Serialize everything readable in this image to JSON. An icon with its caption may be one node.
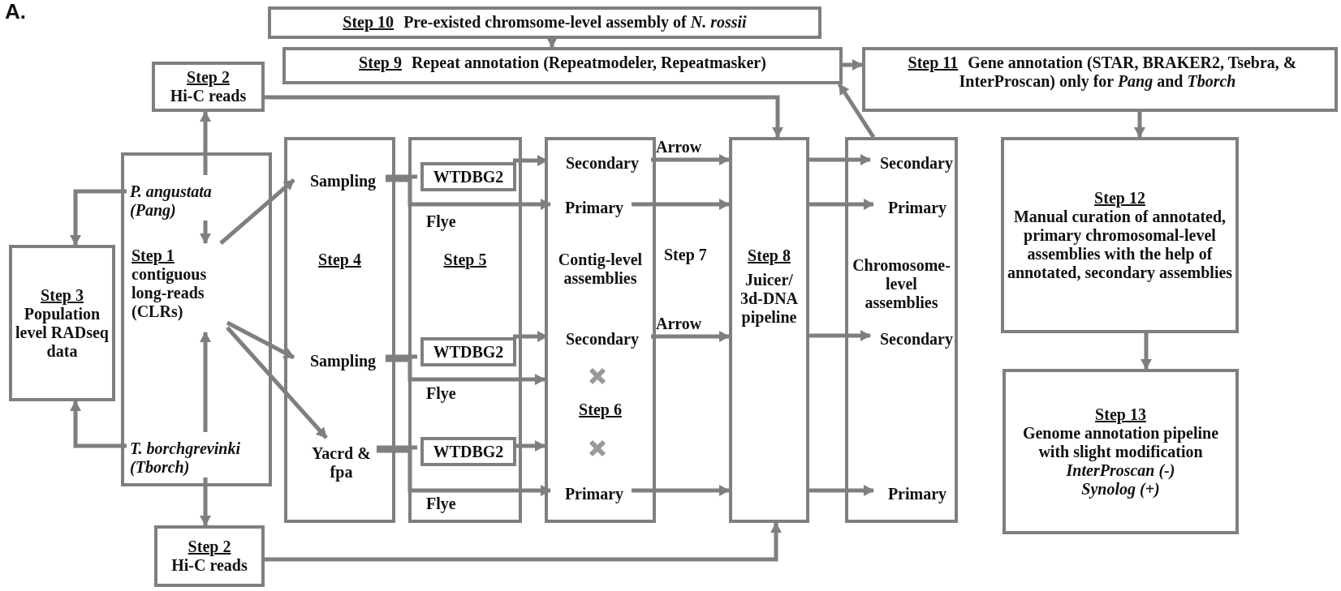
{
  "diagram": {
    "nodes": [
      {
        "text": [
          "Step 10",
          "Pre-existed chromsome-level assembly of *N. rossii*"
        ]
      },
      {
        "text": [
          "Step 9",
          "Repeat annotation (Repeatmodeler, Repeatmasker)"
        ]
      },
      {
        "text": [
          "Step 11",
          "Gene annotation (STAR, BRAKER2, Tsebra, & InterProscan) only for *Pang* and *Tborch*"
        ]
      },
      {
        "text": [
          "Step 2",
          "Hi-C reads"
        ]
      },
      {
        "text": [],
        "shape": "box"
      },
      {
        "text": [
          "P. angustata (Pang)"
        ],
        "in": 4
      },
      {
        "text": [
          "T. borchgrevinki (Tborch)"
        ],
        "in": 4
      },
      {
        "text": [
          "Step 3",
          "Population level RADseq data"
        ]
      },
      {
        "text": [
          "Step 4"
        ]
      },
      {
        "text": [
          "Sampling"
        ],
        "in": 8
      },
      {
        "text": [
          "Sampling"
        ],
        "in": 8
      },
      {
        "text": [
          "Yacrd & fpa"
        ],
        "in": 8
      },
      {
        "text": [
          "Step 5"
        ]
      },
      {
        "text": [
          "WTDBG2"
        ],
        "in": 12
      },
      {
        "text": [
          "WTDBG2"
        ],
        "in": 12
      },
      {
        "text": [
          "WTDBG2"
        ],
        "in": 12
      },
      {
        "text": [
          "Contig-level assemblies",
          "Step 6"
        ]
      },
      {
        "text": [
          "Secondary"
        ],
        "in": 16
      },
      {
        "text": [
          "Primary"
        ],
        "in": 16
      },
      {
        "text": [
          "Secondary"
        ],
        "in": 16
      },
      {
        "text": [
          "Primary"
        ],
        "in": 16
      },
      {
        "text": [
          "Step 8",
          "Juicer/ 3d-DNA pipeline"
        ]
      },
      {
        "text": [
          "Chromosome-level assemblies"
        ]
      },
      {
        "text": [
          "Secondary"
        ],
        "in": 22
      },
      {
        "text": [
          "Primary"
        ],
        "in": 22
      },
      {
        "text": [
          "Secondary"
        ],
        "in": 22
      },
      {
        "text": [
          "Primary"
        ],
        "in": 22
      },
      {
        "text": [
          "Step 12",
          "Manual curation of annotated, primary chromosomal-level assemblies with the help of annotated, secondary assemblies"
        ]
      },
      {
        "text": [
          "Step 13",
          "Genome annotation pipeline with slight modification",
          "InterProscan (-)",
          "Synolog (+)"
        ]
      },
      {
        "text": [
          "Step 2",
          "Hi-C reads"
        ]
      },
      {
        "text": [
          "Step 1",
          "contiguous long-reads (CLRs)"
        ],
        "in": 4
      }
    ],
    "edges": [
      {
        "from": 0,
        "to": 1,
        "arrow": "to"
      },
      {
        "from": 1,
        "to": 2,
        "arrow": "to"
      },
      {
        "from": 2,
        "to": 27,
        "arrow": "to"
      },
      {
        "from": 27,
        "to": 28,
        "arrow": "to"
      },
      {
        "from": 5,
        "to": 3,
        "arrow": "to"
      },
      {
        "from": 5,
        "to": 30,
        "arrow": "to"
      },
      {
        "from": 6,
        "to": 30,
        "arrow": "to"
      },
      {
        "from": 6,
        "to": 29,
        "arrow": "to"
      },
      {
        "from": 5,
        "to": 7,
        "arrow": "to"
      },
      {
        "from": 6,
        "to": 7,
        "arrow": "to"
      },
      {
        "from": 30,
        "to": 9,
        "arrow": "to"
      },
      {
        "from": 30,
        "to": 10,
        "arrow": "to"
      },
      {
        "from": 30,
        "to": 11,
        "arrow": "to"
      },
      {
        "from": 9,
        "to": 13,
        "arrow": "none"
      },
      {
        "from": 13,
        "to": 17,
        "arrow": "to"
      },
      {
        "from": 9,
        "to": 18,
        "arrow": "to",
        "label": "Flye"
      },
      {
        "from": 10,
        "to": 14,
        "arrow": "none"
      },
      {
        "from": 14,
        "to": 19,
        "arrow": "to"
      },
      {
        "from": 10,
        "to": 16,
        "arrow": "to",
        "label": "Flye"
      },
      {
        "from": 11,
        "to": 15,
        "arrow": "none"
      },
      {
        "from": 15,
        "to": 16,
        "arrow": "to"
      },
      {
        "from": 11,
        "to": 20,
        "arrow": "to",
        "label": "Flye"
      },
      {
        "from": 17,
        "to": 21,
        "arrow": "to",
        "label": "Arrow"
      },
      {
        "from": 18,
        "to": 21,
        "arrow": "to"
      },
      {
        "from": 19,
        "to": 21,
        "arrow": "to",
        "label": "Arrow"
      },
      {
        "from": 20,
        "to": 21,
        "arrow": "to"
      },
      {
        "from": 3,
        "to": 21,
        "arrow": "to"
      },
      {
        "from": 29,
        "to": 21,
        "arrow": "to"
      },
      {
        "from": 21,
        "to": 23,
        "arrow": "to"
      },
      {
        "from": 21,
        "to": 24,
        "arrow": "to"
      },
      {
        "from": 21,
        "to": 25,
        "arrow": "to"
      },
      {
        "from": 21,
        "to": 26,
        "arrow": "to"
      },
      {
        "from": 22,
        "to": 1,
        "arrow": "to"
      }
    ],
    "labels": [
      "A.",
      "Step 7"
    ]
  }
}
